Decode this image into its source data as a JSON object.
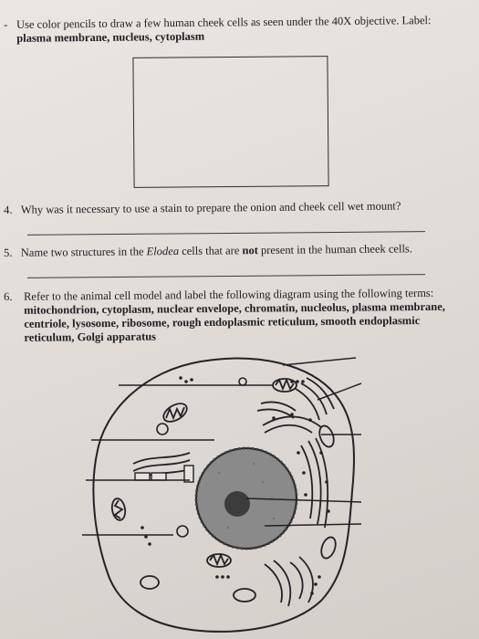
{
  "question_top": {
    "number": "-",
    "text": "Use color pencils to draw a few human cheek cells as seen under the 40X objective. Label:",
    "labels": "plasma membrane, nucleus, cytoplasm"
  },
  "question4": {
    "number": "4.",
    "text": "Why was it necessary to use a stain to prepare the onion and cheek cell wet mount?"
  },
  "question5": {
    "number": "5.",
    "text_before": "Name two structures in the",
    "italic": "Elodea",
    "text_middle": "cells that are",
    "bold": "not",
    "text_after": "present in the human cheek cells."
  },
  "question6": {
    "number": "6.",
    "text": "Refer to the animal cell model and label the following diagram using the following terms:",
    "terms": "mitochondrion, cytoplasm, nuclear envelope, chromatin, nucleolus, plasma membrane, centriole, lysosome, ribosome, rough endoplasmic reticulum, smooth endoplasmic reticulum, Golgi apparatus"
  },
  "diagram": {
    "colors": {
      "ink": "#222226",
      "nucleus": "#8a8a8a",
      "nucleolus": "#3c3c3c",
      "paper": "#e6e1dd"
    }
  }
}
